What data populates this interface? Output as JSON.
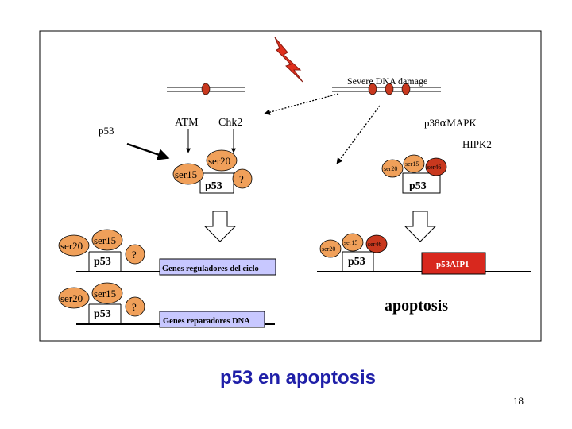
{
  "slide": {
    "title": "p53 en apoptosis",
    "page_number": "18"
  },
  "diagram": {
    "damage_label": "Severe DNA damage",
    "p53_label": "p53",
    "kinases_left": {
      "atm": "ATM",
      "chk2": "Chk2"
    },
    "kinases_right": {
      "p38": "p38",
      "alpha": "α",
      "mapk": "MAPK",
      "hipk2": "HIPK2"
    },
    "phospho_left": {
      "ser20": "ser20",
      "ser15": "ser15",
      "question": "?",
      "protein": "p53"
    },
    "phospho_right": {
      "ser20": "ser20",
      "ser15": "ser15",
      "ser46": "ser46",
      "protein": "p53"
    },
    "row1": {
      "ser20": "ser20",
      "ser15": "ser15",
      "question": "?",
      "protein": "p53",
      "gene": "Genes reguladores del ciclo"
    },
    "row2": {
      "ser20": "ser20",
      "ser15": "ser15",
      "question": "?",
      "protein": "p53",
      "gene": "Genes reparadores DNA"
    },
    "row_right": {
      "ser20": "ser20",
      "ser15": "ser15",
      "ser46": "ser46",
      "protein": "p53",
      "gene": "p53AIP1"
    },
    "outcome": "apoptosis"
  },
  "colors": {
    "orange": "#f0a05a",
    "red_dark": "#c8381e",
    "bolt": "#e0301e",
    "gene_box": "#c8c8ff",
    "p53aip1_box": "#d8281e",
    "title": "#1f1fa8"
  }
}
